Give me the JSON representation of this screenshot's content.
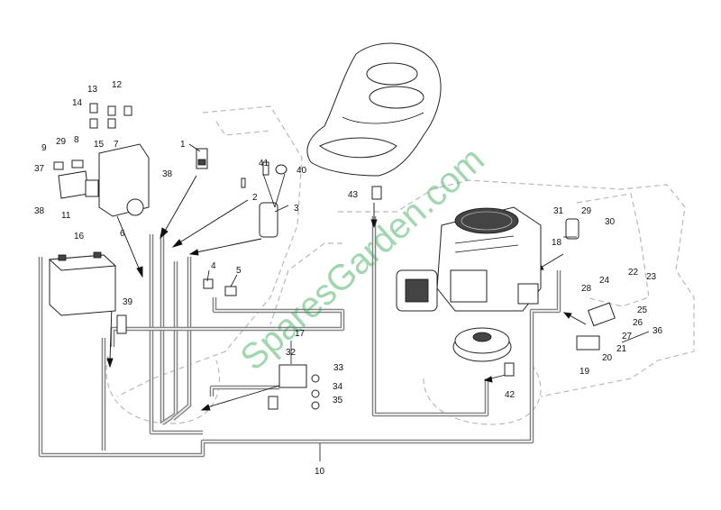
{
  "watermark": "SparesGarden.com",
  "callouts": {
    "n1": "1",
    "n2": "2",
    "n3": "3",
    "n4": "4",
    "n5": "5",
    "n6": "6",
    "n7": "7",
    "n8": "8",
    "n9": "9",
    "n10": "10",
    "n11": "11",
    "n12": "12",
    "n13": "13",
    "n14": "14",
    "n15": "15",
    "n16": "16",
    "n17": "17",
    "n18": "18",
    "n19": "19",
    "n20": "20",
    "n21": "21",
    "n22": "22",
    "n23": "23",
    "n24": "24",
    "n25": "25",
    "n26": "26",
    "n27": "27",
    "n28": "28",
    "n29a": "29",
    "n29b": "29",
    "n30": "30",
    "n31": "31",
    "n32": "32",
    "n33": "33",
    "n34": "34",
    "n35": "35",
    "n36": "36",
    "n37": "37",
    "n38a": "38",
    "n38b": "38",
    "n39": "39",
    "n40": "40",
    "n41": "41",
    "n42": "42",
    "n43": "43"
  }
}
